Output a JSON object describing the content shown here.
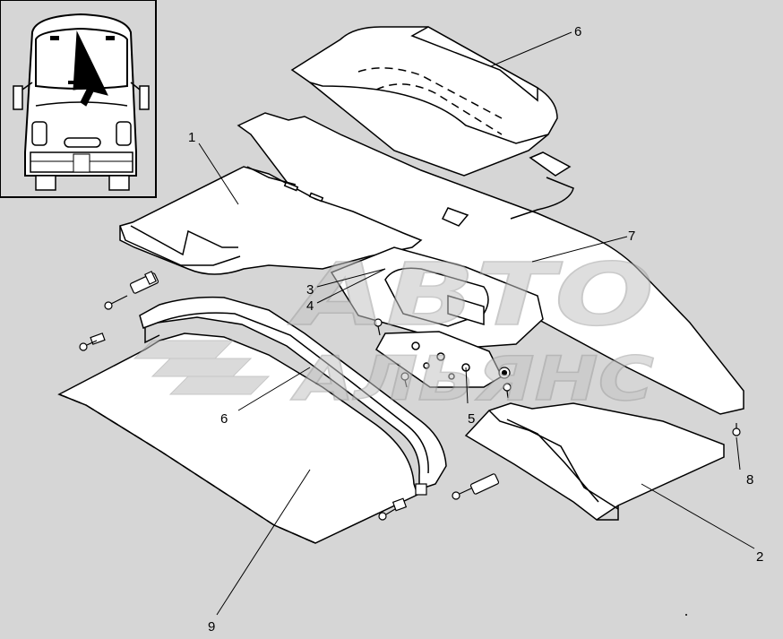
{
  "diagram": {
    "callouts": {
      "c1": "1",
      "c2": "2",
      "c3": "3",
      "c4": "4",
      "c5": "5",
      "c6a": "6",
      "c6b": "6",
      "c7": "7",
      "c8": "8",
      "c9": "9"
    },
    "watermark": {
      "line1": "АВТО",
      "line2": "АЛЬЯНС"
    }
  },
  "colors": {
    "background": "#d6d6d6",
    "panel_fill": "#ffffff",
    "stroke": "#000000",
    "watermark": "#bdbdbd"
  }
}
